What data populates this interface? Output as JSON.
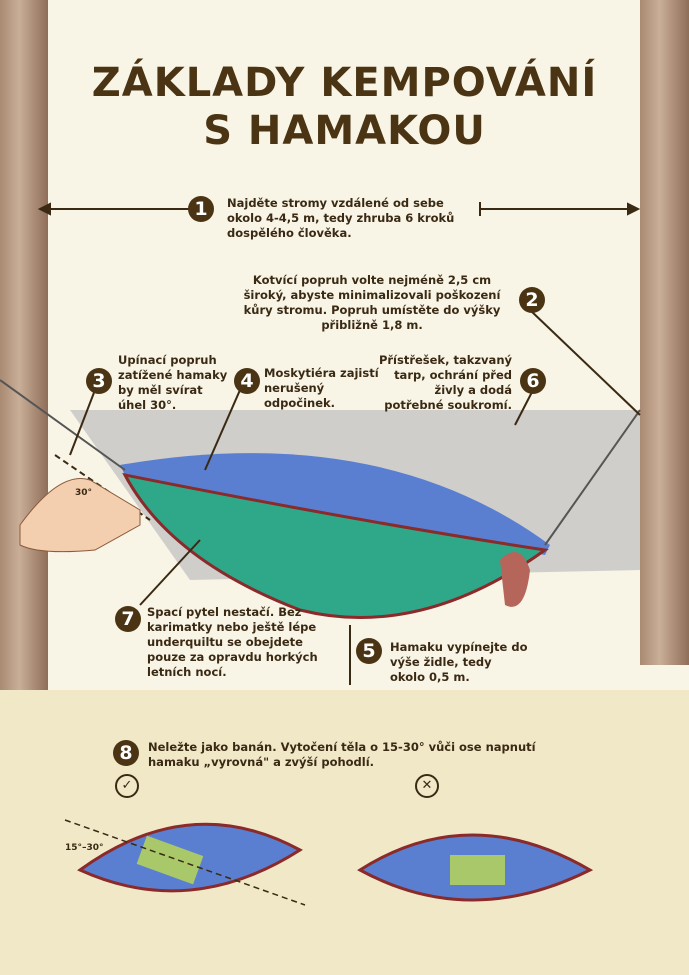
{
  "title": {
    "line1": "ZÁKLADY KEMPOVÁNÍ",
    "line2": "S HAMAKOU"
  },
  "steps": [
    {
      "number": "1",
      "text": "Najděte stromy vzdálené od sebe okolo 4-4,5 m, tedy zhruba 6 kroků dospělého člověka."
    },
    {
      "number": "2",
      "text": "Kotvící popruh volte nejméně 2,5 cm široký, abyste minimalizovali poškození kůry stromu. Popruh umístěte do výšky přibližně 1,8 m."
    },
    {
      "number": "3",
      "text": "Upínací popruh zatížené hamaky by měl svírat úhel 30°."
    },
    {
      "number": "4",
      "text": "Moskytiéra zajistí nerušený odpočinek."
    },
    {
      "number": "5",
      "text": "Hamaku vypínejte do výše židle, tedy okolo 0,5 m."
    },
    {
      "number": "6",
      "text": "Přístřešek, takzvaný tarp, ochrání před živly a dodá potřebné soukromí."
    },
    {
      "number": "7",
      "text": "Spací pytel nestačí. Bez karimatky nebo ještě lépe underquiltu se obejdete pouze za opravdu horkých letních nocí."
    },
    {
      "number": "8",
      "text": "Neležte jako banán. Vytočení těla o 15-30° vůči ose napnutí hamaku „vyrovná\" a zvýší pohodlí."
    }
  ],
  "angle_label": "30°",
  "lying_angle_label": "15°–30°",
  "correct_symbol": "✓",
  "wrong_symbol": "✕",
  "colors": {
    "brown": "#4a3414",
    "hammock_green": "#2fa88a",
    "net_blue": "#5a7fd0",
    "tarp_gray": "#b5b5b5",
    "rim_red": "#8a2a2a"
  }
}
